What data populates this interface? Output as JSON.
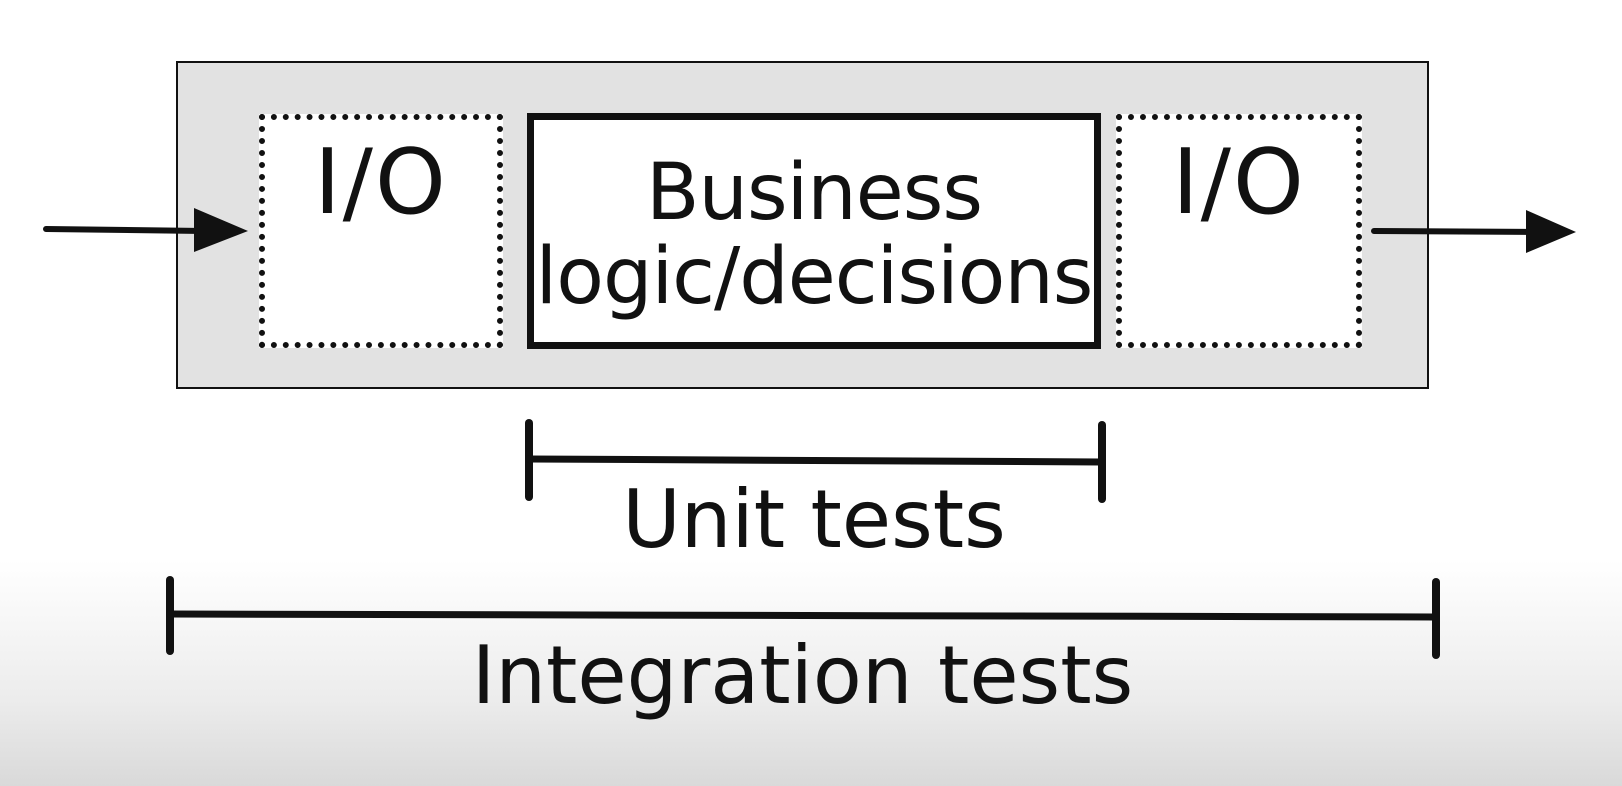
{
  "diagram": {
    "io_left_label": "I/O",
    "business_logic_line1": "Business",
    "business_logic_line2": "logic/decisions",
    "io_right_label": "I/O",
    "unit_tests_label": "Unit tests",
    "integration_tests_label": "Integration tests"
  }
}
